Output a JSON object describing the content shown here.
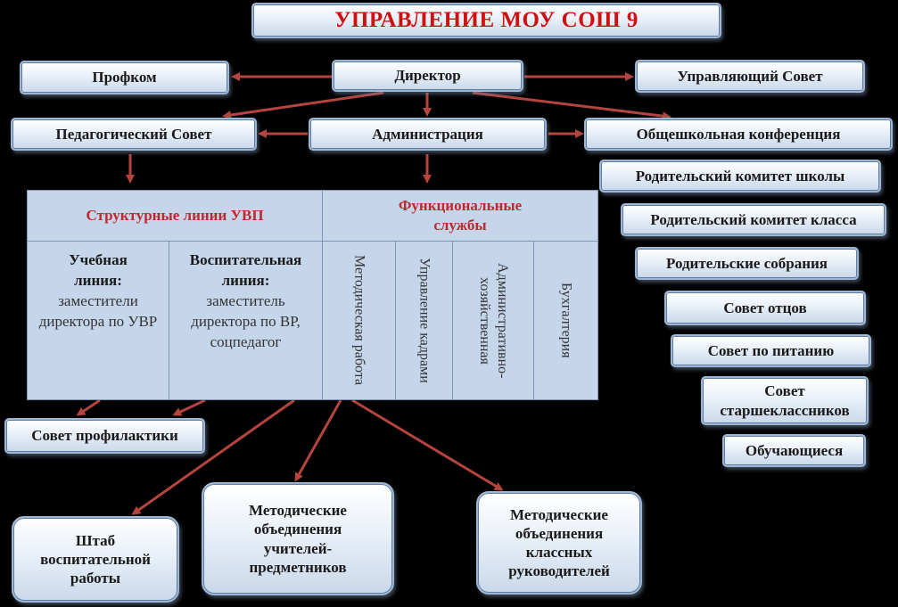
{
  "title": "УПРАВЛЕНИЕ МОУ СОШ 9",
  "top": {
    "director": "Директор",
    "profkom": "Профком",
    "council": "Управляющий Совет"
  },
  "second": {
    "ped_council": "Педагогический Совет",
    "administration": "Администрация",
    "conference": "Общешкольная конференция"
  },
  "right_column": [
    "Родительский комитет школы",
    "Родительский комитет класса",
    "Родительские собрания",
    "Совет отцов",
    "Совет по питанию",
    "Совет старшеклассников",
    "Обучающиеся"
  ],
  "table": {
    "head_left": "Структурные линии УВП",
    "head_right": "Функциональные службы",
    "study_line_title": "Учебная линия:",
    "study_line_text": "заместители директора по УВР",
    "edu_line_title": "Воспитательная линия:",
    "edu_line_text": "заместитель директора по ВР, соцпедагог",
    "services": [
      "Методическая работа",
      "Управление кадрами",
      "Административно-хозяйственная",
      "Бухгалтерия"
    ]
  },
  "bottom": {
    "prevention": "Совет профилактики",
    "hq": "Штаб воспитательной работы",
    "mo_teachers": "Методические объединения учителей-предметников",
    "mo_class": "Методические объединения классных руководителей"
  },
  "colors": {
    "arrow": "#b5443e",
    "title": "#d01010",
    "box_border": "#9fb6d2",
    "table_bg": "#c6d6ea"
  }
}
